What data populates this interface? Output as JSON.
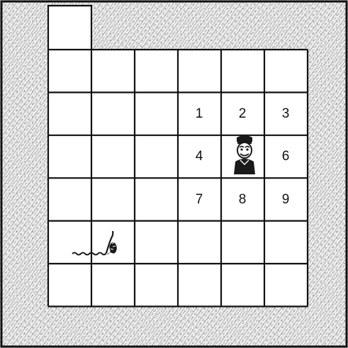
{
  "board": {
    "rows": 6,
    "cols": 6,
    "colors": {
      "floor": "#ffffff",
      "grid_line": "#111111",
      "wall_texture": "#8a8a8a",
      "wall_background": "#e9e9e9"
    }
  },
  "labeled_cells": [
    {
      "label": "1",
      "row": 1,
      "col": 3
    },
    {
      "label": "2",
      "row": 1,
      "col": 4
    },
    {
      "label": "3",
      "row": 1,
      "col": 5
    },
    {
      "label": "4",
      "row": 2,
      "col": 3
    },
    {
      "label": "6",
      "row": 2,
      "col": 5
    },
    {
      "label": "7",
      "row": 3,
      "col": 3
    },
    {
      "label": "8",
      "row": 3,
      "col": 4
    },
    {
      "label": "9",
      "row": 3,
      "col": 5
    }
  ],
  "opening": {
    "description": "entrance",
    "col": 0
  },
  "pieces": {
    "agent": {
      "icon": "person-figure-icon",
      "row": 2,
      "col": 4
    },
    "item": {
      "icon": "squiggle-creature-icon",
      "row": 4,
      "col": 1
    }
  }
}
